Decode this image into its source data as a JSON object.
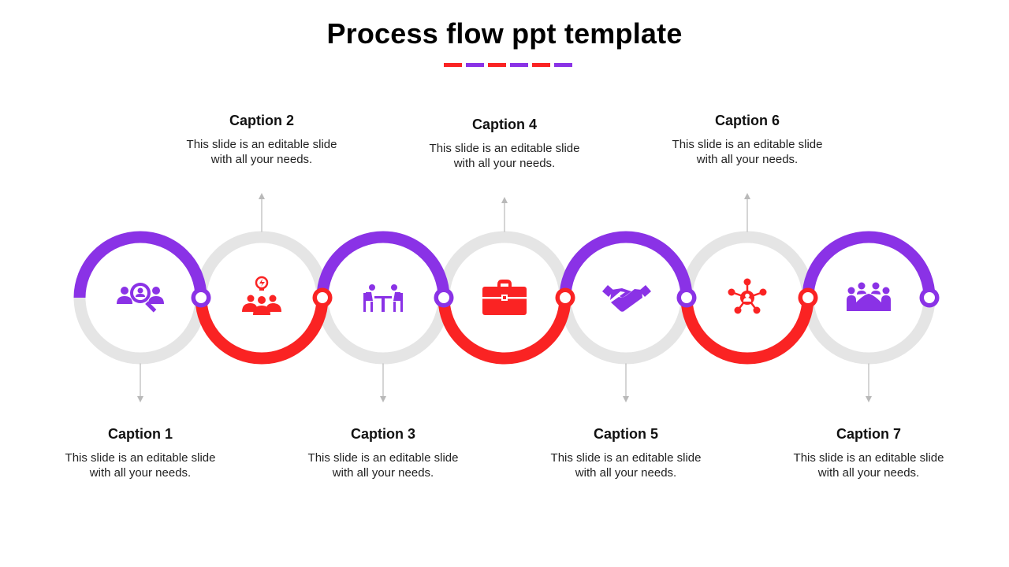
{
  "title": "Process flow ppt template",
  "colors": {
    "purple": "#8a32e6",
    "red": "#fa2323",
    "gray": "#e5e5e5",
    "arrow": "#b9b9b9"
  },
  "steps": [
    {
      "caption": "Caption 1",
      "text": "This slide is an editable slide with all your needs.",
      "icon": "search-users-icon",
      "color": "purple",
      "position": "bottom"
    },
    {
      "caption": "Caption 2",
      "text": "This slide is an editable slide with all your needs.",
      "icon": "idea-team-icon",
      "color": "red",
      "position": "top"
    },
    {
      "caption": "Caption 3",
      "text": "This slide is an editable slide with all your needs.",
      "icon": "meeting-table-icon",
      "color": "purple",
      "position": "bottom"
    },
    {
      "caption": "Caption 4",
      "text": "This slide is an editable slide with all your needs.",
      "icon": "briefcase-icon",
      "color": "red",
      "position": "top"
    },
    {
      "caption": "Caption 5",
      "text": "This slide is an editable slide with all your needs.",
      "icon": "handshake-icon",
      "color": "purple",
      "position": "bottom"
    },
    {
      "caption": "Caption 6",
      "text": "This slide is an editable slide with all your needs.",
      "icon": "network-icon",
      "color": "red",
      "position": "top"
    },
    {
      "caption": "Caption 7",
      "text": "This slide is an editable slide with all your needs.",
      "icon": "group-meeting-icon",
      "color": "purple",
      "position": "bottom"
    }
  ]
}
